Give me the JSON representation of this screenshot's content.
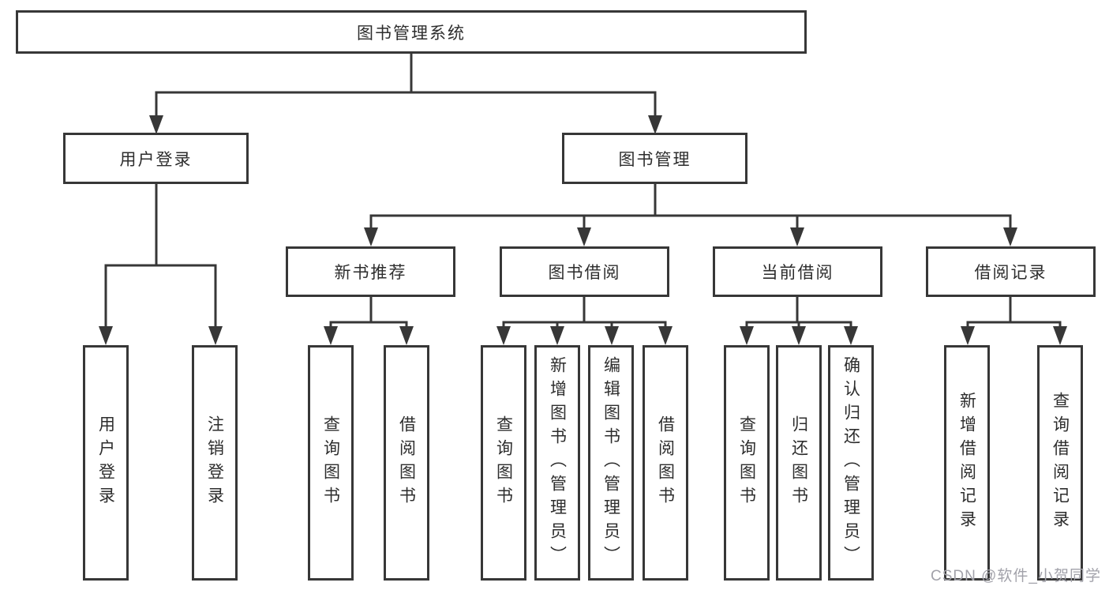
{
  "tree": {
    "root": {
      "label": "图书管理系统"
    },
    "level2": [
      {
        "label": "用户登录",
        "children": [
          {
            "label": "用户登录"
          },
          {
            "label": "注销登录"
          }
        ]
      },
      {
        "label": "图书管理",
        "groups": [
          {
            "label": "新书推荐",
            "children": [
              {
                "label": "查询图书"
              },
              {
                "label": "借阅图书"
              }
            ]
          },
          {
            "label": "图书借阅",
            "children": [
              {
                "label": "查询图书"
              },
              {
                "label": "新增图书（管理员）"
              },
              {
                "label": "编辑图书（管理员）"
              },
              {
                "label": "借阅图书"
              }
            ]
          },
          {
            "label": "当前借阅",
            "children": [
              {
                "label": "查询图书"
              },
              {
                "label": "归还图书"
              },
              {
                "label": "确认归还（管理员）"
              }
            ]
          },
          {
            "label": "借阅记录",
            "children": [
              {
                "label": "新增借阅记录"
              },
              {
                "label": "查询借阅记录"
              }
            ]
          }
        ]
      }
    ]
  },
  "colors": {
    "line": "#373737",
    "text": "#2d2d2d",
    "watermark": "#a2a2aa"
  },
  "watermark": {
    "text": "CSDN @软件_小贺同学"
  }
}
